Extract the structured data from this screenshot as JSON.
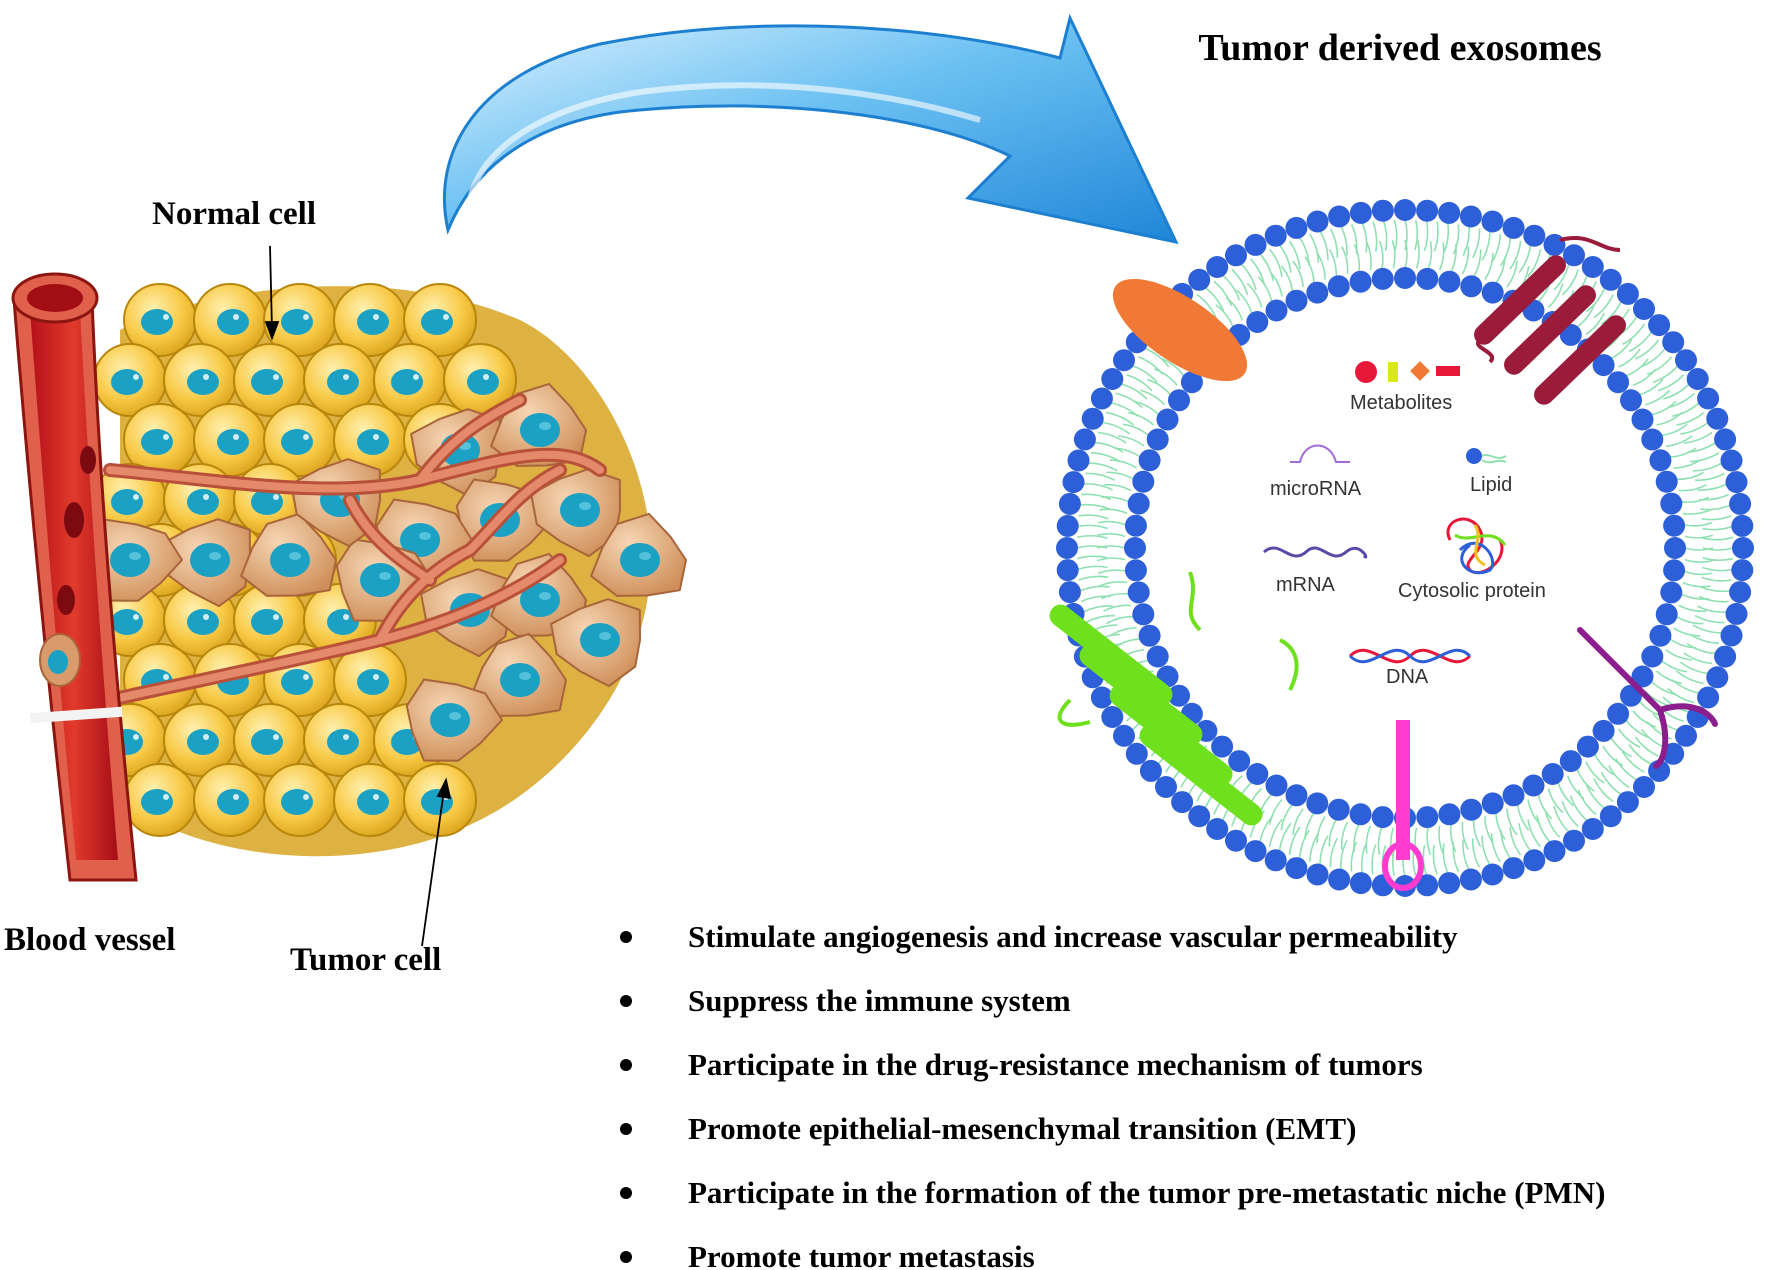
{
  "title": "Tumor derived exosomes",
  "labels": {
    "normal_cell": "Normal cell",
    "blood_vessel": "Blood vessel",
    "tumor_cell": "Tumor cell"
  },
  "cargo": {
    "metabolites": "Metabolites",
    "microrna": "microRNA",
    "lipid": "Lipid",
    "mrna": "mRNA",
    "cytosolic_protein": "Cytosolic protein",
    "dna": "DNA"
  },
  "functions": [
    "Stimulate angiogenesis and increase vascular permeability",
    "Suppress the immune system",
    "Participate in the drug-resistance mechanism of tumors",
    "Promote epithelial-mesenchymal transition (EMT)",
    "Participate in the formation of the tumor pre-metastatic niche (PMN)",
    "Promote tumor metastasis"
  ],
  "colors": {
    "normal_cell": "#f7c744",
    "nucleus": "#1aa1c4",
    "tumor_cell": "#e0a572",
    "vessel": "#c8141e",
    "vessel_outer": "#e0604c",
    "arrow": "#4aa8e8",
    "lipid_head": "#2d5fd8",
    "lipid_tail": "#8fe0b0",
    "protein_orange": "#f07a35",
    "protein_maroon": "#9b1b3b",
    "protein_green": "#6ee01e",
    "protein_pink": "#ff3ccf",
    "protein_purple": "#8c1d8c"
  }
}
